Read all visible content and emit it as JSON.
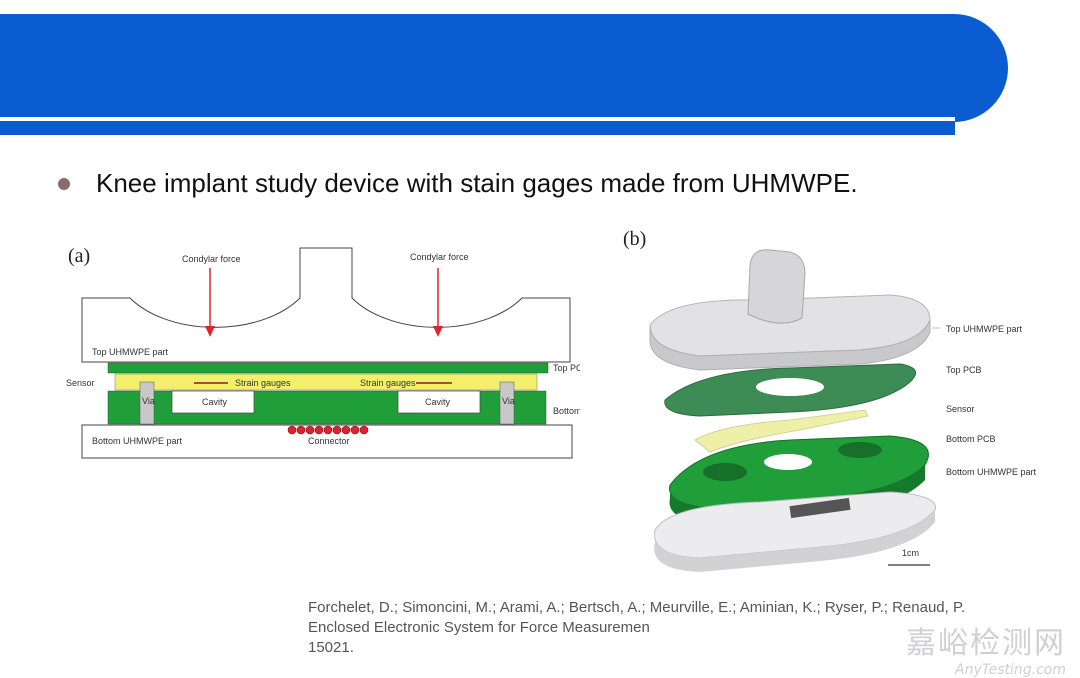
{
  "slide": {
    "headline": "Knee implant study device with stain gages made from UHMWPE."
  },
  "panel_a": {
    "label": "(a)",
    "force_left": "Condylar force",
    "force_right": "Condylar force",
    "top_part": "Top UHMWPE part",
    "sensor": "Sensor",
    "top_pcb": "Top PCB",
    "bottom_pcb": "Bottom PCB",
    "strain_left": "Strain gauges",
    "strain_right": "Strain gauges",
    "via_left": "Via",
    "via_right": "Via",
    "cavity_left": "Cavity",
    "cavity_right": "Cavity",
    "bottom_part": "Bottom UHMWPE part",
    "connector": "Connector"
  },
  "panel_b": {
    "label": "(b)",
    "top_part": "Top UHMWPE part",
    "top_pcb": "Top PCB",
    "sensor": "Sensor",
    "bottom_pcb": "Bottom PCB",
    "bottom_part": "Bottom UHMWPE part",
    "scale": "1cm"
  },
  "reference": {
    "line1": "Forchelet, D.; Simoncini, M.; Arami, A.; Bertsch, A.; Meurville, E.; Aminian, K.; Ryser, P.; Renaud, P.",
    "line2": "Enclosed Electronic System for Force Measuremen",
    "line3": "15021."
  },
  "watermark": {
    "cn": "嘉峪检测网",
    "en": "AnyTesting.com"
  },
  "colors": {
    "banner": "#0b5bd1",
    "pcb_green": "#1f9e3a",
    "sensor_yellow": "#f3ef6a",
    "arrow_red": "#d9262c"
  }
}
